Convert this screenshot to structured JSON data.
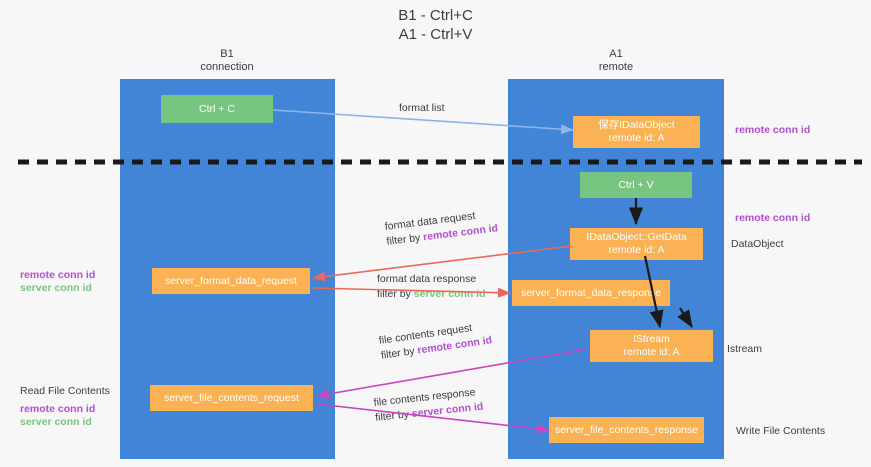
{
  "title": "B1 - Ctrl+C\nA1 - Ctrl+V",
  "colors": {
    "lane": "#4285d6",
    "node_orange": "#fbb254",
    "node_green": "#77c57f",
    "remote_conn_id": "#b24fd0",
    "server_conn_id": "#77c57f",
    "arrow_format_list": "#8ab6e8",
    "arrow_format_data": "#e8685a",
    "arrow_file_contents": "#cc44c0",
    "arrow_black": "#1a1a1a",
    "divider": "#1a1a1a",
    "text": "#3c3c3c",
    "background": "#f7f7f7"
  },
  "lanes": [
    {
      "id": "b1",
      "title": "B1\nconnection"
    },
    {
      "id": "a1",
      "title": "A1\nremote"
    }
  ],
  "nodes": {
    "ctrl_c": "Ctrl + C",
    "ctrl_v": "Ctrl + V",
    "save_idataobject": "保存IDataObject\nremote id: A",
    "idataobject_getdata": "IDataObject::GetData\nremote id: A",
    "istream": "IStream\nremote id: A",
    "server_format_data_request": "server_format_data_request",
    "server_format_data_response": "server_format_data_response",
    "server_file_contents_request": "server_file_contents_request",
    "server_file_contents_response": "server_file_contents_response"
  },
  "flows": {
    "format_list": {
      "label": "format list"
    },
    "format_data_request": {
      "line1": "format data request",
      "line2_prefix": "filter by ",
      "line2_key": "remote conn id"
    },
    "format_data_response": {
      "line1": "format data response",
      "line2_prefix": "filter by ",
      "line2_key": "server conn id"
    },
    "file_contents_request": {
      "line1": "file contents request",
      "line2_prefix": "filter by ",
      "line2_key": "remote conn id"
    },
    "file_contents_response": {
      "line1": "file contents response",
      "line2_prefix": "filter by ",
      "line2_key": "server conn id"
    }
  },
  "annotations": {
    "right_remote_conn_id_top": "remote conn id",
    "right_remote_conn_id_mid": "remote conn id",
    "right_dataobject": "DataObject",
    "right_istream": "Istream",
    "right_write_file_contents": "Write File Contents",
    "left_remote_conn_id": "remote conn id",
    "left_server_conn_id": "server conn id",
    "left_read_file_contents": "Read File Contents",
    "left_remote_conn_id_2": "remote conn id",
    "left_server_conn_id_2": "server conn id"
  }
}
